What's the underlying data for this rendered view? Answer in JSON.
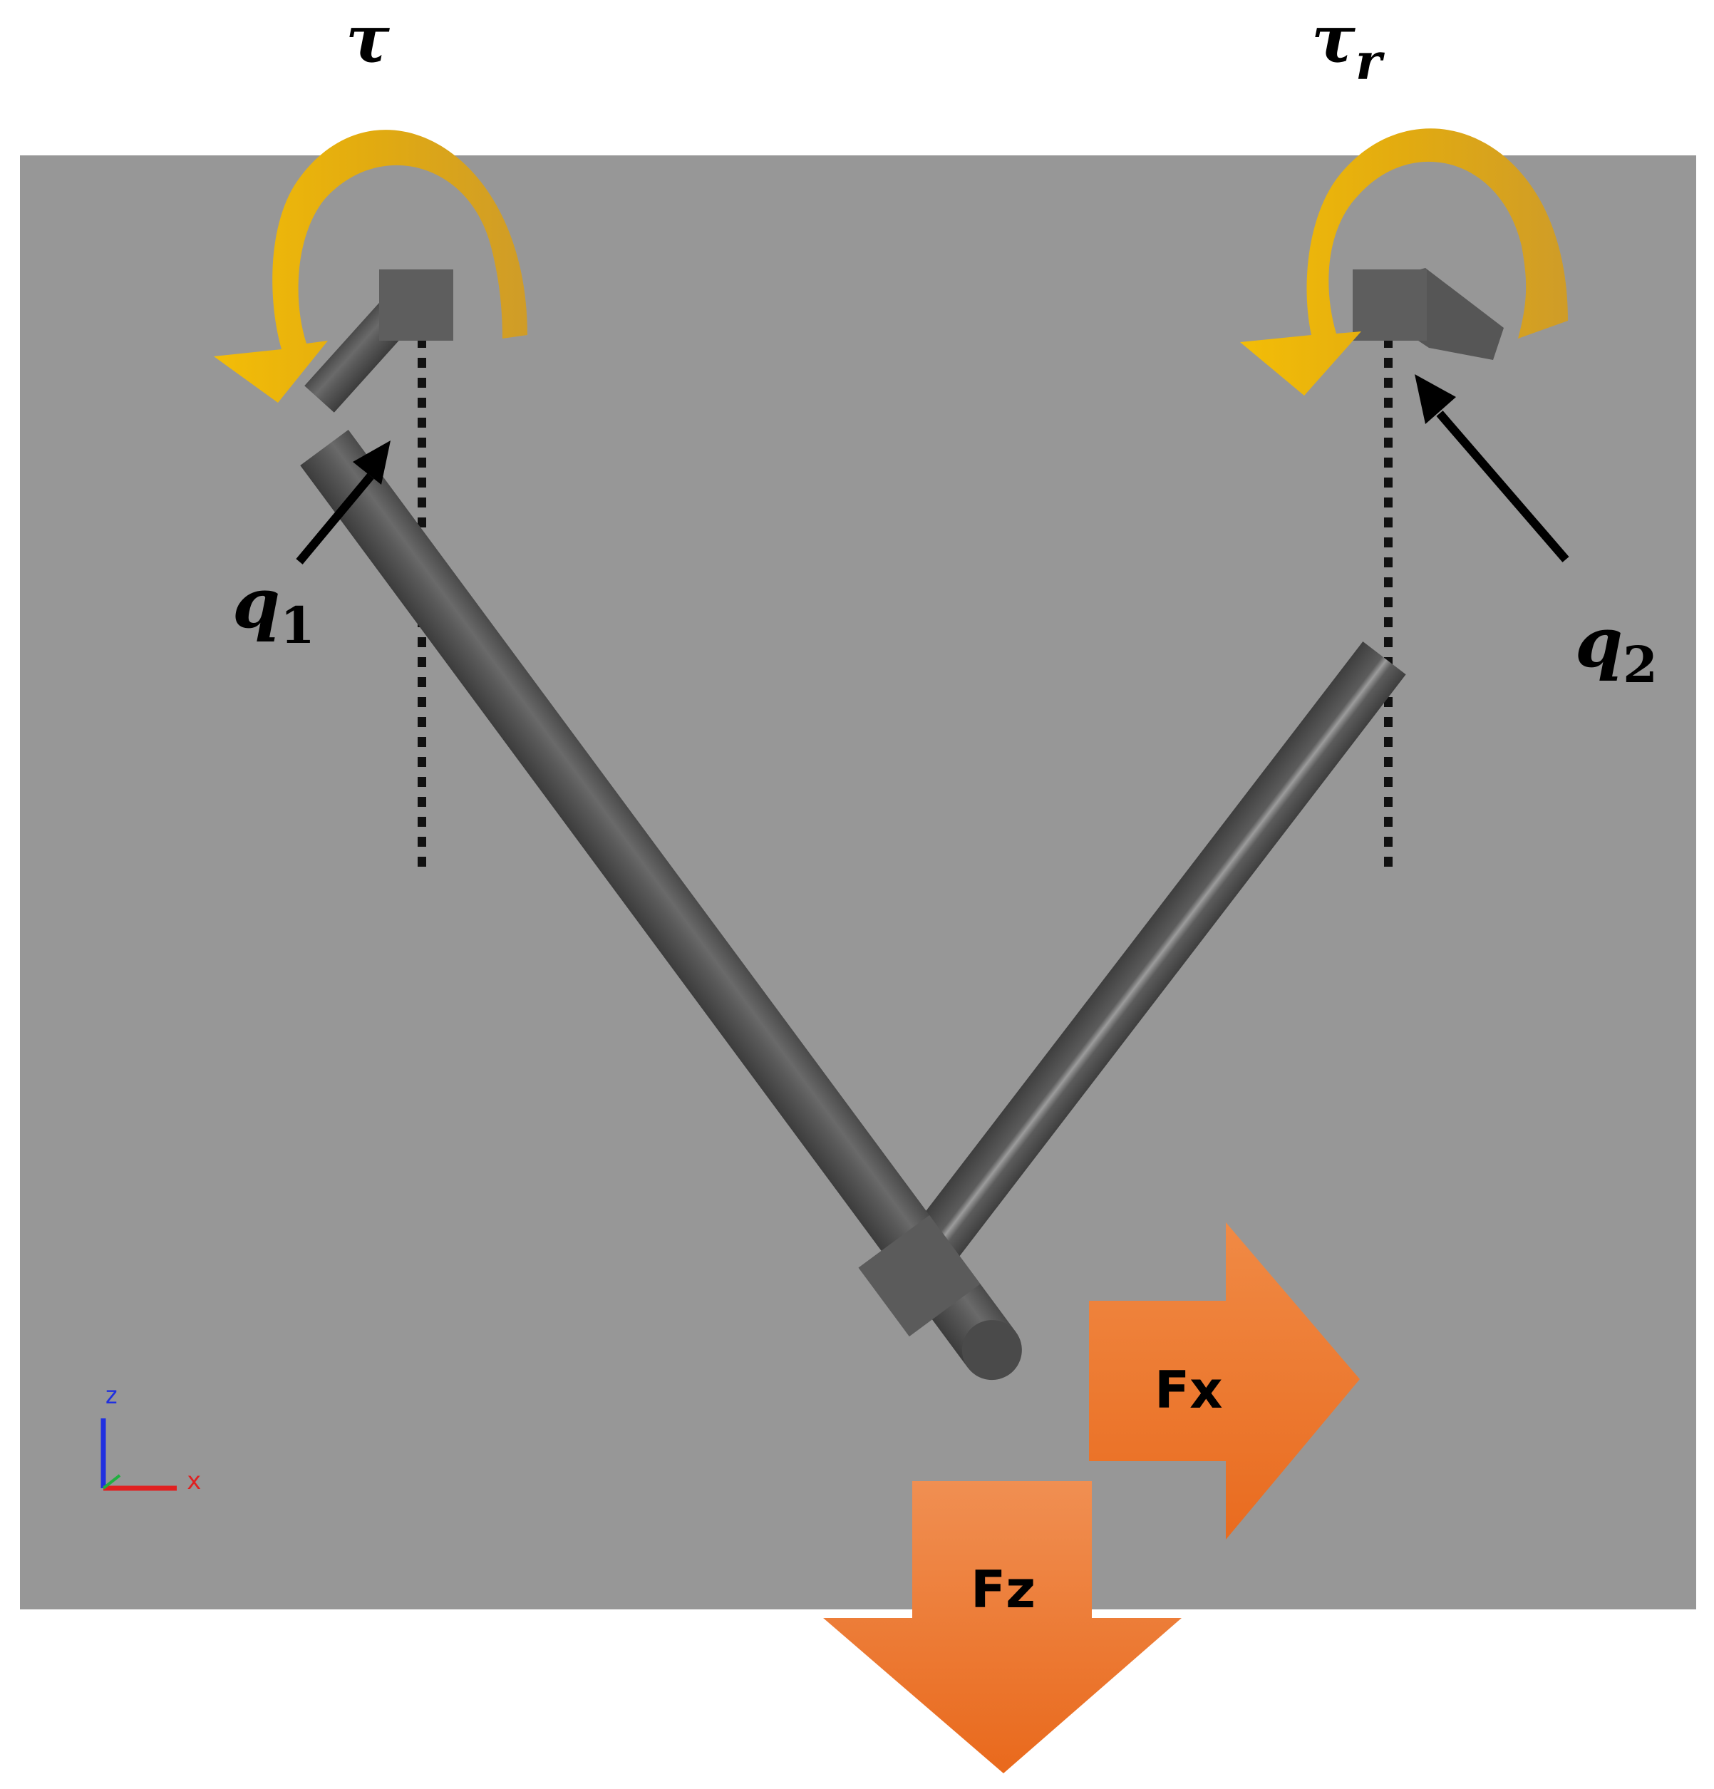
{
  "labels": {
    "tau": "τ",
    "tau_r_base": "τ",
    "tau_r_sub": "r",
    "q1_base": "q",
    "q1_sub": "1",
    "q2_base": "q",
    "q2_sub": "2",
    "fx": "Fx",
    "fz": "Fz"
  },
  "axes": {
    "z": "z",
    "x": "x"
  },
  "colors": {
    "background": "#979797",
    "link": "#565656",
    "joint": "#5b5b5b",
    "torque_arrow": "#e6aa12",
    "force_arrow": "#f07a2e",
    "axis_x": "#e02020",
    "axis_z": "#2030e0",
    "axis_y": "#20b040"
  },
  "icons": {
    "torque_left": "curved-arrow-ccw-icon",
    "torque_right": "curved-arrow-ccw-icon",
    "force_x": "arrow-right-icon",
    "force_z": "arrow-down-icon"
  }
}
